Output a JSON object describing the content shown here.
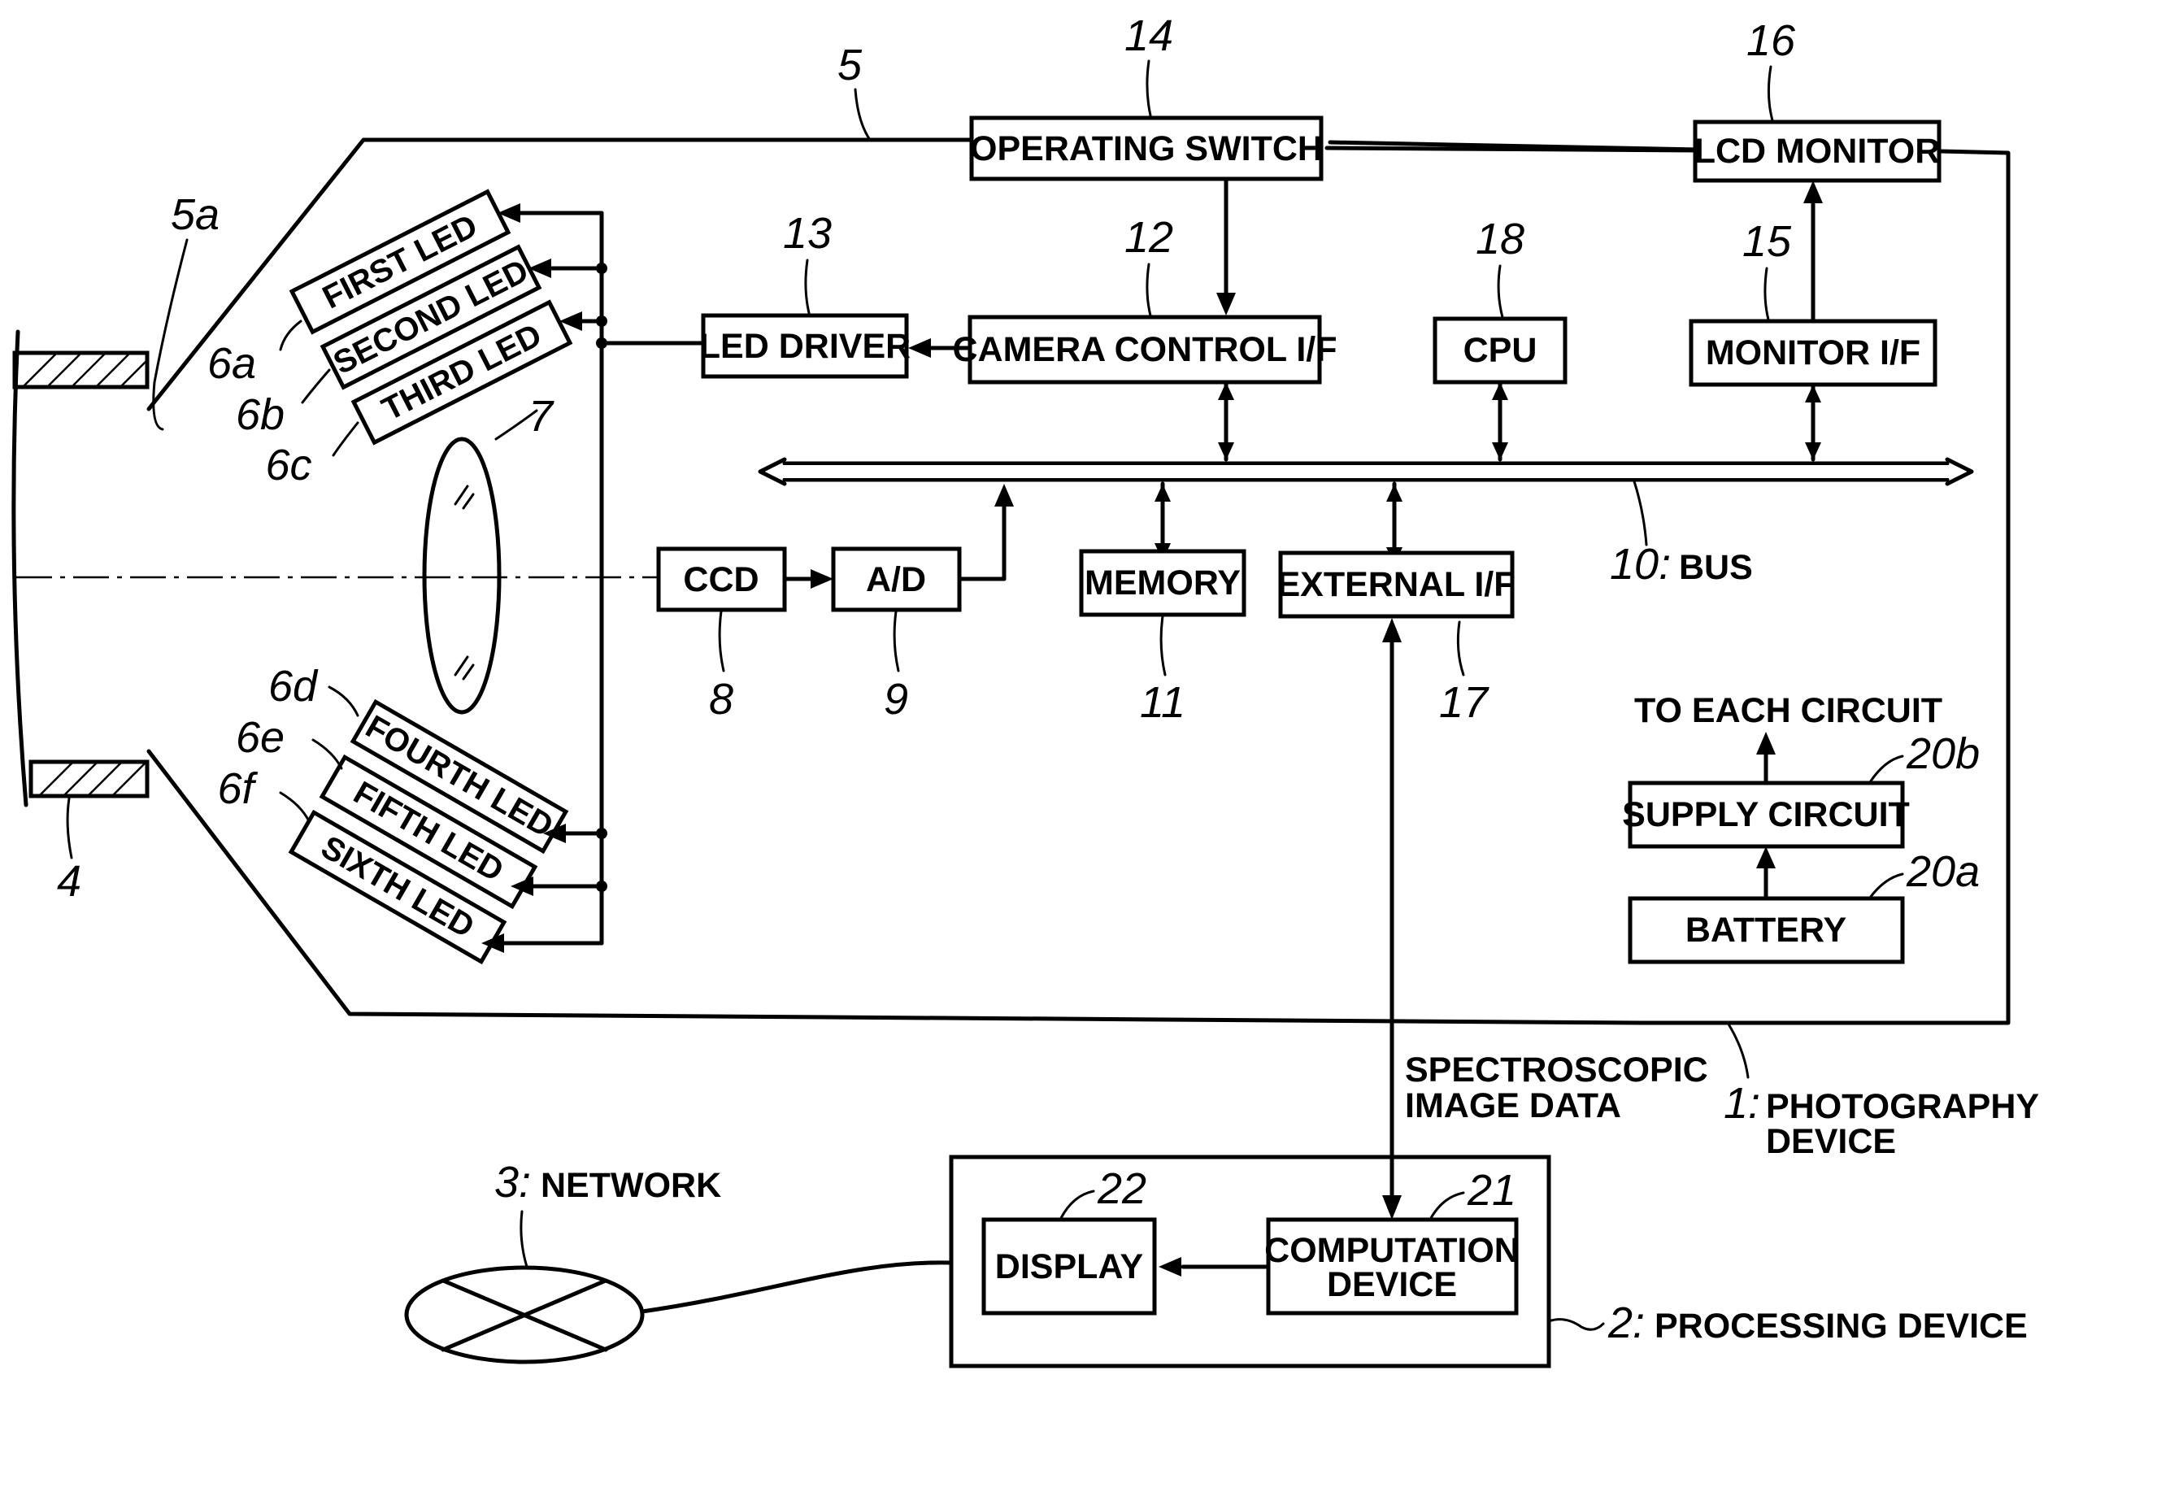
{
  "blocks": {
    "operating_switch": "OPERATING SWITCH",
    "lcd_monitor": "LCD MONITOR",
    "led_driver": "LED DRIVER",
    "camera_control_if": "CAMERA CONTROL I/F",
    "cpu": "CPU",
    "monitor_if": "MONITOR I/F",
    "ccd": "CCD",
    "ad": "A/D",
    "memory": "MEMORY",
    "external_if": "EXTERNAL I/F",
    "supply_circuit": "SUPPLY CIRCUIT",
    "battery": "BATTERY",
    "display": "DISPLAY",
    "computation_line1": "COMPUTATION",
    "computation_line2": "DEVICE"
  },
  "leds": {
    "first": "FIRST LED",
    "second": "SECOND LED",
    "third": "THIRD LED",
    "fourth": "FOURTH LED",
    "fifth": "FIFTH LED",
    "sixth": "SIXTH LED"
  },
  "refs": {
    "r14": "14",
    "r16": "16",
    "r5": "5",
    "r5a": "5a",
    "r13": "13",
    "r12": "12",
    "r18": "18",
    "r15": "15",
    "r6a": "6a",
    "r6b": "6b",
    "r6c": "6c",
    "r7": "7",
    "r8": "8",
    "r9": "9",
    "r11": "11",
    "r17": "17",
    "r6d": "6d",
    "r6e": "6e",
    "r6f": "6f",
    "r4": "4",
    "r20b": "20b",
    "r20a": "20a",
    "r22": "22",
    "r21": "21",
    "r10": "10:",
    "r1": "1:",
    "r2": "2:",
    "r3": "3:"
  },
  "labels": {
    "bus": "BUS",
    "to_each_circuit": "TO EACH CIRCUIT",
    "spectro_line1": "SPECTROSCOPIC",
    "spectro_line2": "IMAGE DATA",
    "photography_line1": "PHOTOGRAPHY",
    "photography_line2": "DEVICE",
    "processing_device": "PROCESSING DEVICE",
    "network": "NETWORK"
  }
}
